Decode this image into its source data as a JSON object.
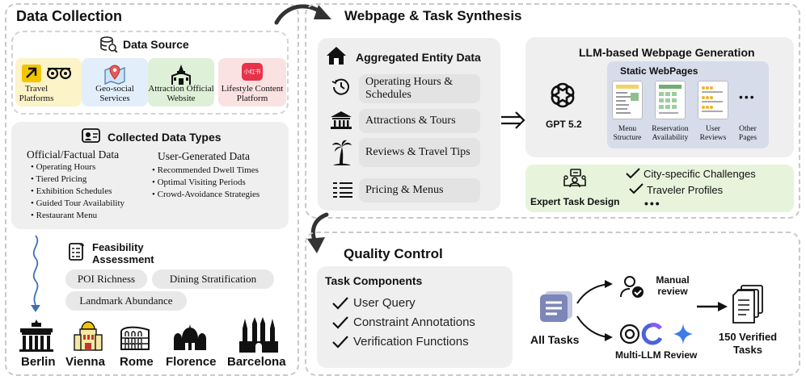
{
  "data_collection": {
    "title": "Data Collection",
    "data_source": {
      "title": "Data Source",
      "cards": [
        {
          "label": "Travel Platforms",
          "color": "#fdf3c8"
        },
        {
          "label": "Geo-social Services",
          "color": "#e3eefb"
        },
        {
          "label": "Attraction Official Website",
          "color": "#dff0d8"
        },
        {
          "label": "Lifestyle Content Platform",
          "color": "#fbe2e2"
        }
      ],
      "badge": "小红书"
    },
    "collected": {
      "title": "Collected Data Types",
      "official_title": "Official/Factual Data",
      "official_items": [
        "Operating Hours",
        "Tiered Pricing",
        "Exhibition Schedules",
        "Guided Tour Availability",
        "Restaurant Menu"
      ],
      "ugc_title": "User-Generated Data",
      "ugc_items": [
        "Recommended Dwell Times",
        "Optimal Visiting Periods",
        "Crowd-Avoidance Strategies"
      ]
    },
    "feasibility": {
      "title_line1": "Feasibility",
      "title_line2": "Assessment",
      "criteria": [
        "POI Richness",
        "Dining Stratification",
        "Landmark Abundance"
      ]
    },
    "cities": [
      "Berlin",
      "Vienna",
      "Rome",
      "Florence",
      "Barcelona"
    ]
  },
  "synthesis": {
    "title": "Webpage & Task Synthesis",
    "entity": {
      "title": "Aggregated Entity Data",
      "items": [
        "Operating Hours & Schedules",
        "Attractions & Tours",
        "Reviews & Travel Tips",
        "Pricing & Menus"
      ]
    },
    "llm_gen": {
      "title": "LLM-based Webpage Generation",
      "model": "GPT 5.2",
      "static_title": "Static WebPages",
      "pages": [
        "Menu Structure",
        "Reservation Availability",
        "User Reviews",
        "Other Pages"
      ],
      "ellipsis": "•••"
    },
    "expert": {
      "title": "Expert Task Design",
      "items": [
        "City-specific Challenges",
        "Traveler Profiles"
      ],
      "ellipsis": "•••"
    }
  },
  "quality": {
    "title": "Quality Control",
    "components_title": "Task Components",
    "components": [
      "User Query",
      "Constraint Annotations",
      "Verification Functions"
    ],
    "all_tasks": "All Tasks",
    "manual_review": "Manual review",
    "multi_llm": "Multi-LLM Review",
    "verified": "150 Verified Tasks"
  }
}
